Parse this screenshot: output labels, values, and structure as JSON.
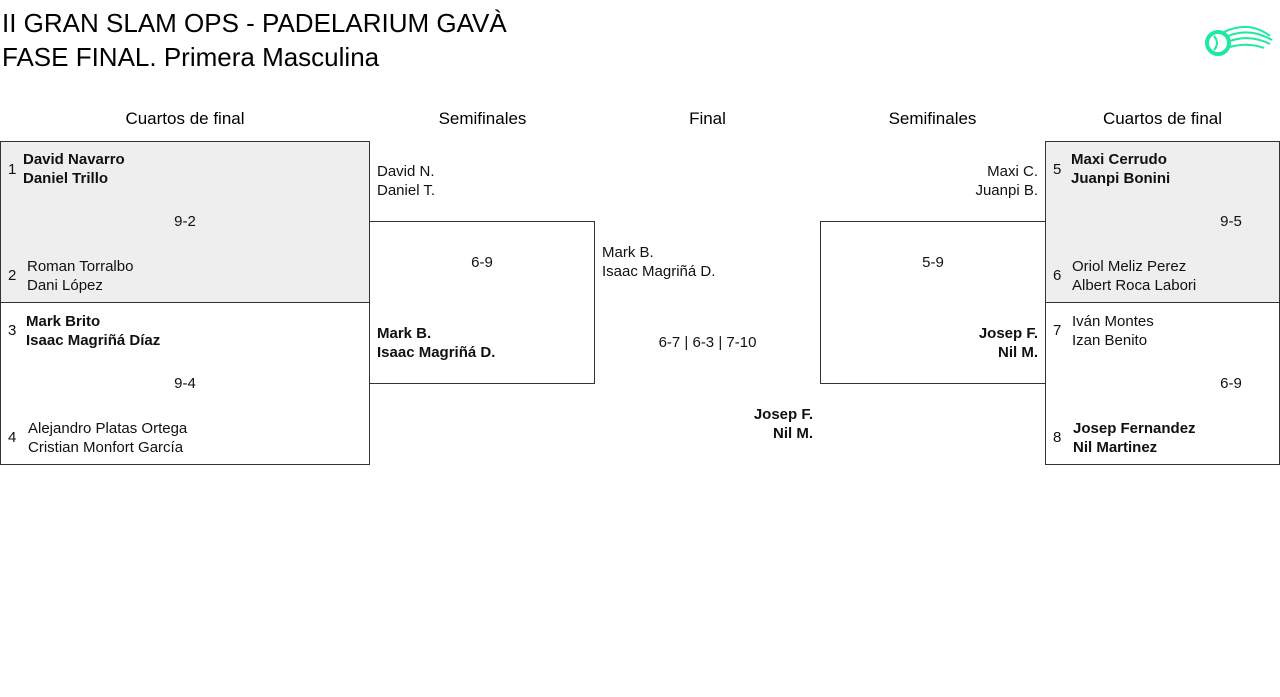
{
  "header": {
    "title_line1": "II GRAN SLAM OPS - PADELARIUM GAVÀ",
    "title_line2": "FASE FINAL. Primera Masculina",
    "logo": "padel-ball-logo",
    "accent": "#1de9a0"
  },
  "rounds": {
    "qf_left": "Cuartos de final",
    "sf_left": "Semifinales",
    "final": "Final",
    "sf_right": "Semifinales",
    "qf_right": "Cuartos de final"
  },
  "qf": [
    {
      "seed_a": "1",
      "a1": "David Navarro",
      "a2": "Daniel Trillo",
      "score": "9-2",
      "seed_b": "2",
      "b1": "Roman Torralbo",
      "b2": "Dani López"
    },
    {
      "seed_a": "3",
      "a1": "Mark Brito",
      "a2": "Isaac Magriñá Díaz",
      "score": "9-4",
      "seed_b": "4",
      "b1": "Alejandro Platas Ortega",
      "b2": "Cristian Monfort García"
    },
    {
      "seed_a": "5",
      "a1": "Maxi Cerrudo",
      "a2": "Juanpi Bonini",
      "score": "9-5",
      "seed_b": "6",
      "b1": "Oriol Meliz Perez",
      "b2": "Albert Roca Labori"
    },
    {
      "seed_a": "7",
      "a1": "Iván Montes",
      "a2": "Izan Benito",
      "score": "6-9",
      "seed_b": "8",
      "b1": "Josep Fernandez",
      "b2": "Nil Martinez"
    }
  ],
  "sf": [
    {
      "a1": "David N.",
      "a2": "Daniel T.",
      "score": "6-9",
      "b1": "Mark B.",
      "b2": "Isaac Magriñá D."
    },
    {
      "a1": "Maxi C.",
      "a2": "Juanpi B.",
      "score": "5-9",
      "b1": "Josep F.",
      "b2": "Nil M."
    }
  ],
  "final": {
    "a1": "Mark B.",
    "a2": "Isaac Magriñá D.",
    "score": "6-7 | 6-3 | 7-10",
    "b1": "Josep F.",
    "b2": "Nil M."
  }
}
